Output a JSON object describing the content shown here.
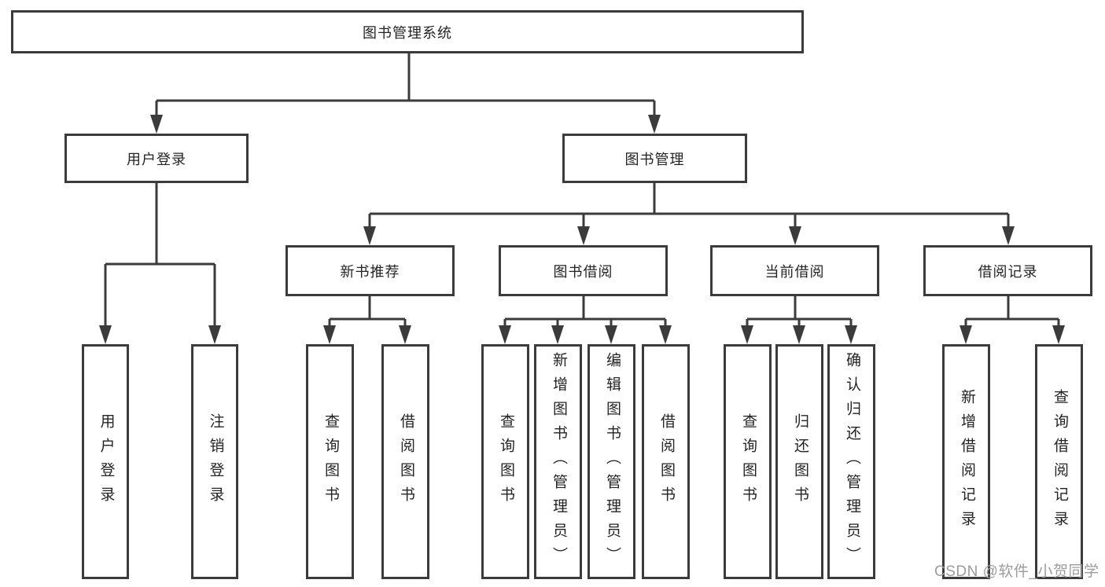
{
  "colors": {
    "line": "#3b3b3b",
    "box_border": "#3b3b3b",
    "text": "#242424",
    "watermark": "#9c9c9c",
    "background": "#ffffff"
  },
  "watermark": {
    "text": "CSDN @软件_小贺同学"
  },
  "tree": {
    "label": "图书管理系统",
    "children": [
      {
        "label": "用户登录",
        "children": [
          {
            "label": "用户登录"
          },
          {
            "label": "注销登录"
          }
        ]
      },
      {
        "label": "图书管理",
        "children": [
          {
            "label": "新书推荐",
            "children": [
              {
                "label": "查询图书"
              },
              {
                "label": "借阅图书"
              }
            ]
          },
          {
            "label": "图书借阅",
            "children": [
              {
                "label": "查询图书"
              },
              {
                "label": "新增图书（管理员）"
              },
              {
                "label": "编辑图书（管理员）"
              },
              {
                "label": "借阅图书"
              }
            ]
          },
          {
            "label": "当前借阅",
            "children": [
              {
                "label": "查询图书"
              },
              {
                "label": "归还图书"
              },
              {
                "label": "确认归还（管理员）"
              }
            ]
          },
          {
            "label": "借阅记录",
            "children": [
              {
                "label": "新增借阅记录"
              },
              {
                "label": "查询借阅记录"
              }
            ]
          }
        ]
      }
    ]
  }
}
